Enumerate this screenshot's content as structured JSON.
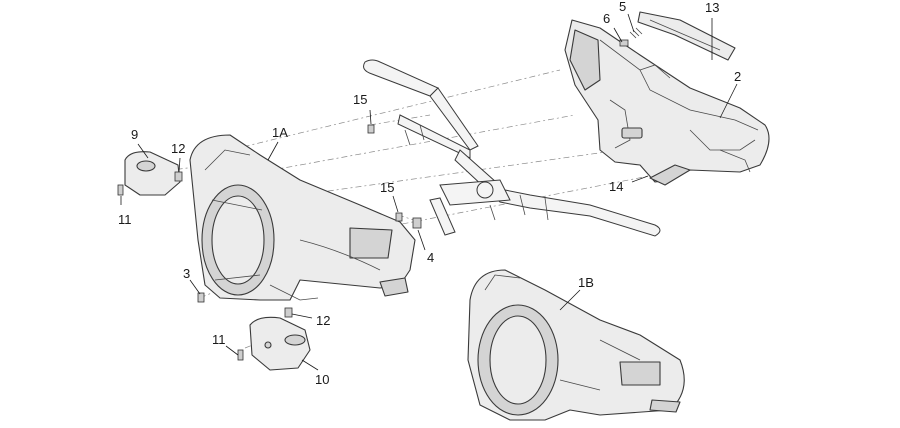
{
  "callouts": {
    "c5": "5",
    "c6": "6",
    "c13": "13",
    "c2": "2",
    "c15a": "15",
    "c15b": "15",
    "c9": "9",
    "c12a": "12",
    "c1A": "1A",
    "c11a": "11",
    "c14": "14",
    "c4": "4",
    "c3": "3",
    "c1B": "1B",
    "c12b": "12",
    "c11b": "11",
    "c10": "10"
  }
}
